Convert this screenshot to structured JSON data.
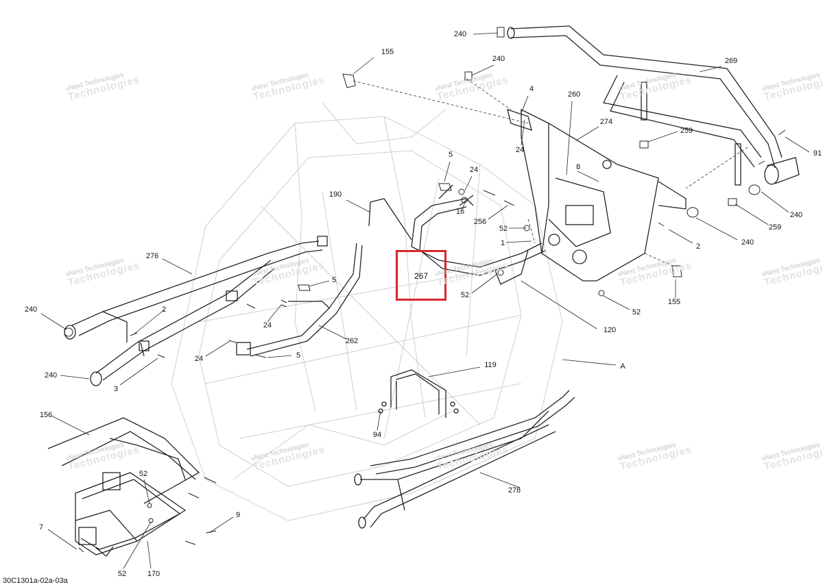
{
  "diagram": {
    "callouts": [
      "240",
      "240",
      "155",
      "269",
      "4",
      "260",
      "274",
      "259",
      "91",
      "24",
      "5",
      "24",
      "8",
      "190",
      "16",
      "256",
      "52",
      "1",
      "240",
      "2",
      "259",
      "240",
      "276",
      "5",
      "2",
      "240",
      "24",
      "52",
      "155",
      "120",
      "52",
      "262",
      "24",
      "5",
      "119",
      "A",
      "240",
      "3",
      "156",
      "94",
      "52",
      "278",
      "9",
      "7",
      "52",
      "170"
    ],
    "highlighted_callout": "267",
    "watermark": {
      "line1": "vNext Technologies",
      "line2": "Technologies"
    },
    "part_code": "30C1301a-02a-03a",
    "colors": {
      "highlight": "#d9262c",
      "line": "#222222",
      "ghost": "#c8c8c8"
    }
  }
}
